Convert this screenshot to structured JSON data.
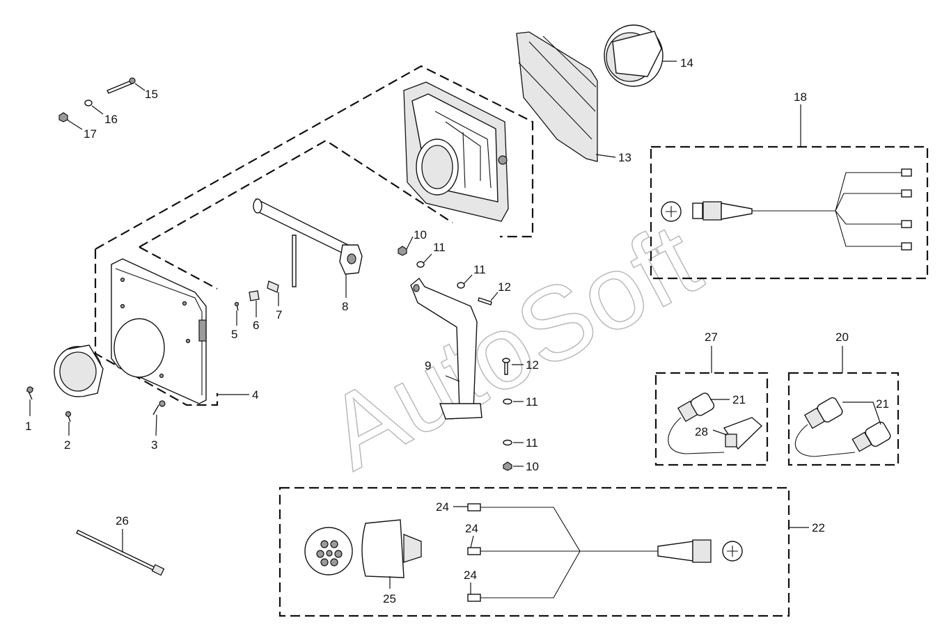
{
  "watermark": "AutoSoft",
  "callouts": {
    "c1": "1",
    "c2": "2",
    "c3": "3",
    "c4": "4",
    "c5": "5",
    "c6": "6",
    "c7": "7",
    "c8": "8",
    "c9": "9",
    "c10a": "10",
    "c10b": "10",
    "c11a": "11",
    "c11b": "11",
    "c11c": "11",
    "c11d": "11",
    "c12a": "12",
    "c12b": "12",
    "c13": "13",
    "c14": "14",
    "c15": "15",
    "c16": "16",
    "c17": "17",
    "c18": "18",
    "c20": "20",
    "c21a": "21",
    "c21b": "21",
    "c22": "22",
    "c24a": "24",
    "c24b": "24",
    "c24c": "24",
    "c25": "25",
    "c26": "26",
    "c27": "27",
    "c28": "28"
  }
}
